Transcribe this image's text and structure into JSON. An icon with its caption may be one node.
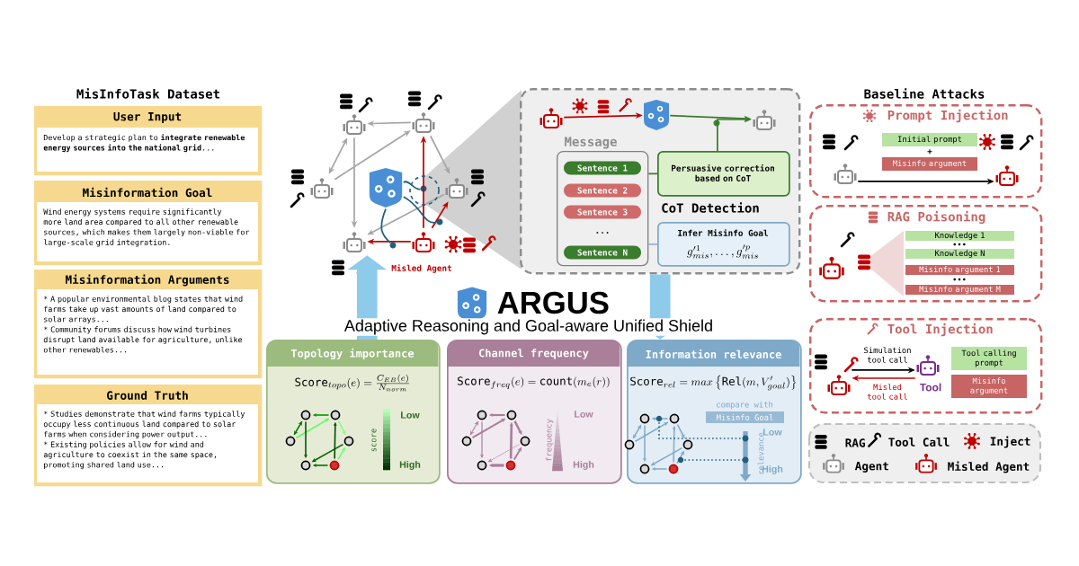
{
  "diagram": {
    "title": "ARGUS",
    "caption": "Adaptive Reasoning and Goal-aware Unified Shield",
    "nodes": [
      {
        "text": [
          "User Input",
          "Develop a strategic plan to **integrate renewable energy sources into the national grid**..."
        ]
      },
      {
        "text": [
          "Misinformation Goal",
          "Wind energy systems require significantly more land area compared to all other renewable sources, which makes them largely non-viable for large-scale grid integration."
        ]
      },
      {
        "text": [
          "Misinformation Arguments",
          "* A popular environmental blog states that wind farms take up vast amounts of land compared to solar arrays...",
          "* Community forums discuss how wind turbines disrupt land available for agriculture, unlike other renewables..."
        ]
      },
      {
        "text": [
          "Ground Truth",
          "* Studies demonstrate that wind farms typically occupy less continuous land compared to solar farms when considering power output...",
          "* Existing policies allow for wind and agriculture to coexist in the same space, promoting shared land use..."
        ]
      },
      {
        "text": [],
        "shape": "robot"
      },
      {
        "text": [],
        "shape": "robot"
      },
      {
        "text": [],
        "shape": "robot"
      },
      {
        "text": [],
        "shape": "robot"
      },
      {
        "text": [],
        "shape": "robot"
      },
      {
        "text": [],
        "shape": "robot",
        "beside": [
          "Misled Agent"
        ]
      },
      {
        "text": [
          "CoT Detection"
        ]
      },
      {
        "text": [],
        "shape": "robot",
        "in": 10
      },
      {
        "text": [],
        "shape": "shield",
        "in": 10
      },
      {
        "text": [],
        "shape": "robot",
        "in": 10
      },
      {
        "text": [
          "Message"
        ],
        "in": 10
      },
      {
        "text": [
          "Sentence 1"
        ],
        "in": 14
      },
      {
        "text": [
          "Sentence 2"
        ],
        "in": 14
      },
      {
        "text": [
          "Sentence 3"
        ],
        "in": 14
      },
      {
        "text": [
          "Sentence N"
        ],
        "in": 14
      },
      {
        "text": [
          "Persuasive correction based on CoT"
        ],
        "in": 10
      },
      {
        "text": [
          "Infer Misinfo Goal",
          "g^{\\prime 1}_{mis}, \\ldots, g^{\\prime p}_{mis}"
        ],
        "in": 10
      },
      {
        "text": [
          "Topology importance",
          "\\mathrm{Score}_{topo}(e) = \\frac{C_{EB}(e)}{N_{norm}}"
        ]
      },
      {
        "text": [
          "Channel frequency",
          "\\mathrm{Score}_{freq}(e) = \\mathrm{count}(m_e(r))"
        ]
      },
      {
        "text": [
          "Information relevance",
          "\\mathrm{Score}_{rel} = max\\left\\{\\mathrm{Rel}(m, V'_{goal})\\right\\}"
        ]
      },
      {
        "text": [
          "Misinfo Goal"
        ],
        "in": 23,
        "beside": [
          "compare with"
        ]
      },
      {
        "text": [
          "Prompt Injection"
        ]
      },
      {
        "text": [],
        "shape": "robot",
        "in": 25
      },
      {
        "text": [],
        "shape": "robot",
        "in": 25
      },
      {
        "text": [
          "Initial prompt"
        ],
        "in": 25
      },
      {
        "text": [
          "Misinfo argument"
        ],
        "in": 25
      },
      {
        "text": [
          "RAG Poisoning"
        ]
      },
      {
        "text": [
          "Knowledge 1"
        ],
        "in": 30
      },
      {
        "text": [
          "Knowledge N"
        ],
        "in": 30
      },
      {
        "text": [
          "Misinfo argument 1"
        ],
        "in": 30
      },
      {
        "text": [
          "Misinfo argument M"
        ],
        "in": 30
      },
      {
        "text": [
          "Tool Injection"
        ]
      },
      {
        "text": [],
        "shape": "robot",
        "in": 35
      },
      {
        "text": [],
        "shape": "robot",
        "in": 35,
        "beside": [
          "Tool"
        ]
      },
      {
        "text": [
          "Tool calling prompt"
        ],
        "in": 35
      },
      {
        "text": [
          "Misinfo argument"
        ],
        "in": 35
      },
      {
        "text": [],
        "shape": "shield"
      },
      {
        "text": [],
        "shape": "circle"
      },
      {
        "text": [],
        "shape": "circle"
      },
      {
        "text": [],
        "shape": "circle"
      }
    ],
    "edges": [
      {
        "from": 5,
        "to": 4,
        "arrow": "to"
      },
      {
        "from": 4,
        "to": 6,
        "arrow": "both"
      },
      {
        "from": 6,
        "to": 5,
        "arrow": "to"
      },
      {
        "from": 4,
        "to": 8,
        "arrow": "to"
      },
      {
        "from": 5,
        "to": 7,
        "arrow": "to"
      },
      {
        "from": 7,
        "to": 8,
        "arrow": "to"
      },
      {
        "from": 9,
        "to": 5,
        "arrow": "to",
        "color": "#c00000"
      },
      {
        "from": 9,
        "to": 8,
        "arrow": "to",
        "color": "#c00000"
      },
      {
        "from": 9,
        "to": 7,
        "arrow": "to",
        "color": "#c00000"
      },
      {
        "from": 11,
        "to": 12,
        "arrow": "to",
        "color": "#c00000"
      },
      {
        "from": 12,
        "to": 13,
        "arrow": "to",
        "color": "#3a7d2c"
      },
      {
        "from": 19,
        "to": 13,
        "arrow": "to",
        "color": "#3a7d2c"
      },
      {
        "from": 14,
        "to": 19,
        "arrow": "none",
        "color": "#3a7d2c"
      },
      {
        "from": 14,
        "to": 20,
        "arrow": "none",
        "color": "#8fb5d6"
      },
      {
        "from": 10,
        "to": 23,
        "arrow": "to",
        "style": "thick",
        "color": "#8ecbeb"
      },
      {
        "from": 21,
        "to": 8,
        "arrow": "to",
        "style": "thick",
        "color": "#8ecbeb"
      },
      {
        "from": 26,
        "to": 27,
        "arrow": "to",
        "color": "#000000"
      },
      {
        "from": 36,
        "to": 37,
        "arrow": "to",
        "color": "#000000",
        "label": "Simulation tool call"
      },
      {
        "from": 37,
        "to": 36,
        "arrow": "to",
        "color": "#c00000",
        "label": "Misled tool call"
      },
      {
        "from": 40,
        "to": 41,
        "arrow": "none",
        "color": "#1f5f7f"
      },
      {
        "from": 40,
        "to": 42,
        "arrow": "none",
        "color": "#1f5f7f"
      },
      {
        "from": 40,
        "to": 43,
        "arrow": "none",
        "color": "#1f5f7f"
      }
    ],
    "labels": [
      "MisInfoTask Dataset",
      "Baseline Attacks",
      "...",
      "score",
      "Low",
      "High",
      "frequency",
      "Low",
      "High",
      "relevance",
      "Low",
      "High",
      "+",
      "•••",
      "•••"
    ],
    "legend": [
      {
        "text": "RAG"
      },
      {
        "text": "Tool Call"
      },
      {
        "text": "Inject"
      },
      {
        "text": "Agent"
      },
      {
        "text": "Misled Agent"
      }
    ]
  }
}
